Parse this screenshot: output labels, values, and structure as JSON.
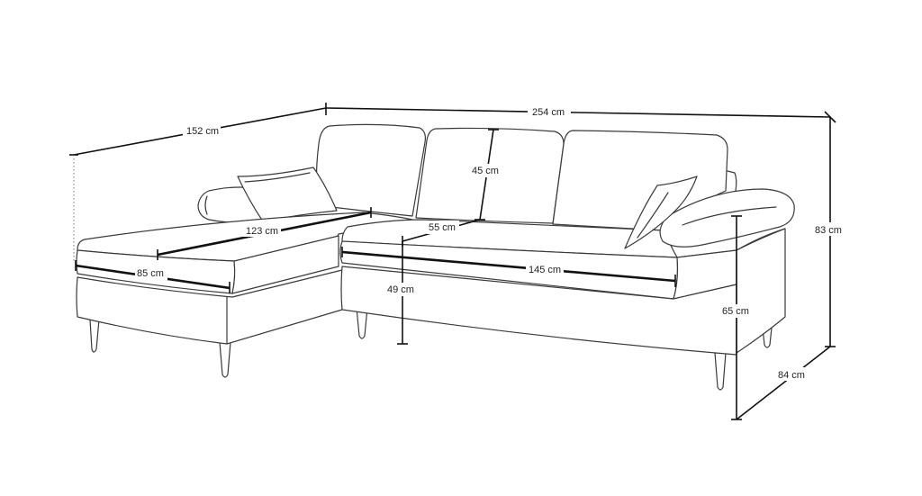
{
  "labels": {
    "overall_width": "254  cm",
    "chaise_depth": "152 cm",
    "overall_height": "83 cm",
    "back_cushion_height": "45 cm",
    "chaise_length": "123 cm",
    "seat_depth": "55 cm",
    "chaise_width": "85 cm",
    "seat_width": "145 cm",
    "seat_height": "49 cm",
    "armrest_height": "65 cm",
    "sofa_depth": "84 cm"
  }
}
